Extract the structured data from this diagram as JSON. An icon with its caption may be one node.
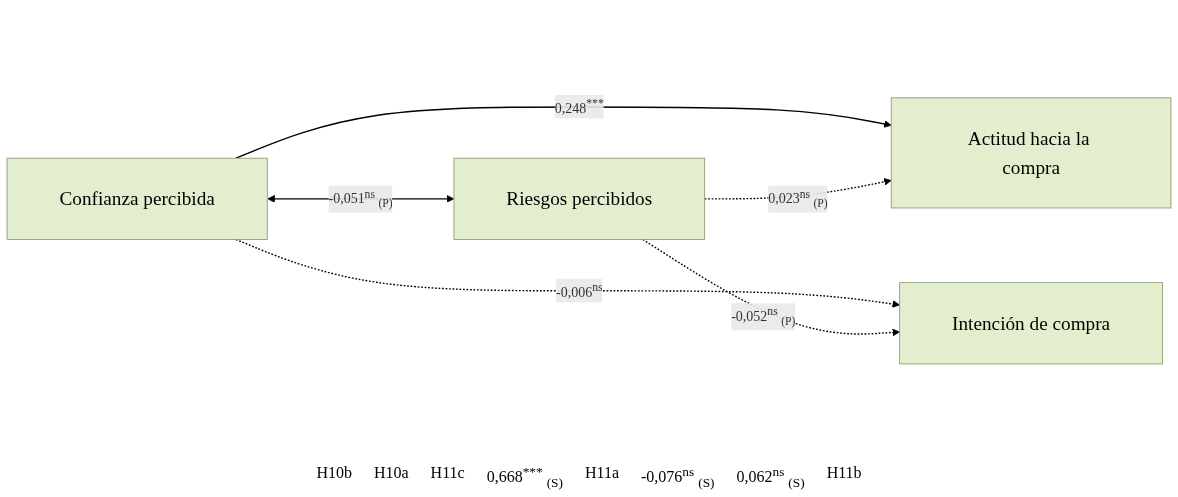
{
  "diagram": {
    "nodes": [
      {
        "text": [
          "Confianza percibida"
        ]
      },
      {
        "text": [
          "Actitud hacia la compra"
        ]
      },
      {
        "text": [
          "Intención de compra"
        ]
      },
      {
        "text": [
          "Riesgos percibidos"
        ]
      }
    ],
    "edges": [
      {
        "from": 0,
        "to": 1,
        "arrow": "to",
        "label": "0,248$^{***}$"
      },
      {
        "from": 0,
        "to": 2,
        "arrow": "to",
        "style": "dashed",
        "label": "-0,006$^{ns}$"
      },
      {
        "from": 0,
        "to": 3,
        "arrow": "both",
        "label": "-0,051$^{ns}$ $_{(P)}$"
      },
      {
        "from": 3,
        "to": 1,
        "arrow": "to",
        "style": "dashed",
        "label": "0,023$^{ns}$ $_{(P)}$"
      },
      {
        "from": 3,
        "to": 2,
        "arrow": "to",
        "style": "dashed",
        "label": "-0,052$^{ns}$ $_{(P)}$"
      }
    ],
    "labels": [
      "H10b",
      "H10a",
      "H11c",
      "0,668$^{***}$ $_{(S)}$",
      "H11a",
      "-0,076$^{ns}$ $_{(S)}$",
      "0,062$^{ns}$ $_{(S)}$",
      "H11b"
    ]
  }
}
